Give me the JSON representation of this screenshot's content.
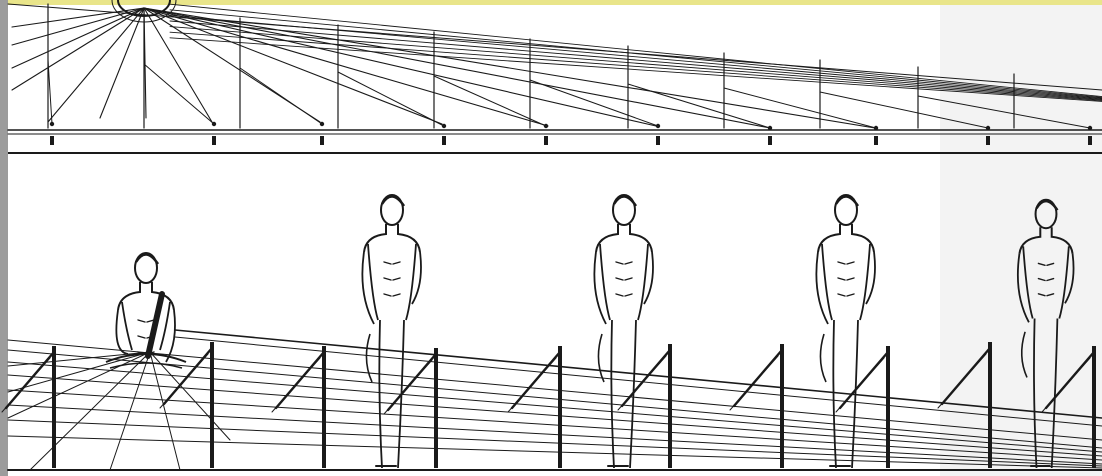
{
  "colors": {
    "ink": "#1a1a1a",
    "paper": "#ffffff",
    "page_border": "#9c9c9c",
    "highlight_band": "#e9e58a",
    "gutter_shadow": "#ececec"
  },
  "figure": {
    "description_free": true,
    "top_panel": {
      "sun_rays": 14,
      "gnomon_marks": 10
    },
    "bottom_panel": {
      "figures": [
        "seated-figure",
        "standing-figure",
        "standing-figure",
        "standing-figure",
        "standing-figure"
      ],
      "fence_posts": 10
    }
  }
}
